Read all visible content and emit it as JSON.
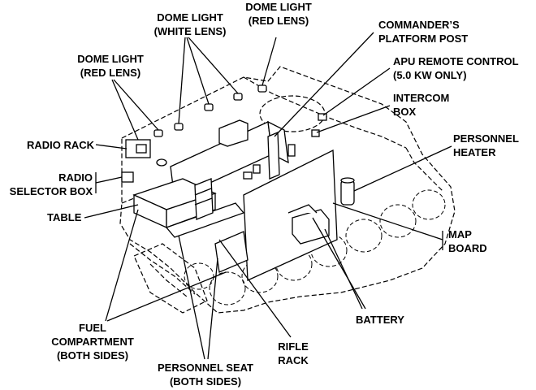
{
  "labels": {
    "dome_light_white": [
      "DOME LIGHT",
      "(WHITE LENS)"
    ],
    "dome_light_red_top": [
      "DOME LIGHT",
      "(RED LENS)"
    ],
    "dome_light_red_left": [
      "DOME LIGHT",
      "(RED LENS)"
    ],
    "commanders_platform_post": [
      "COMMANDER’S",
      "PLATFORM POST"
    ],
    "apu_remote_control": [
      "APU REMOTE CONTROL",
      "(5.0 KW ONLY)"
    ],
    "intercom_box": [
      "INTERCOM",
      "BOX"
    ],
    "radio_rack": [
      "RADIO RACK"
    ],
    "radio_selector_box": [
      "RADIO",
      "SELECTOR BOX"
    ],
    "personnel_heater": [
      "PERSONNEL",
      "HEATER"
    ],
    "table": [
      "TABLE"
    ],
    "map_board": [
      "MAP",
      "BOARD"
    ],
    "battery": [
      "BATTERY"
    ],
    "fuel_compartment": [
      "FUEL",
      "COMPARTMENT",
      "(BOTH SIDES)"
    ],
    "rifle_rack": [
      "RIFLE",
      "RACK"
    ],
    "personnel_seat": [
      "PERSONNEL SEAT",
      "(BOTH SIDES)"
    ]
  }
}
